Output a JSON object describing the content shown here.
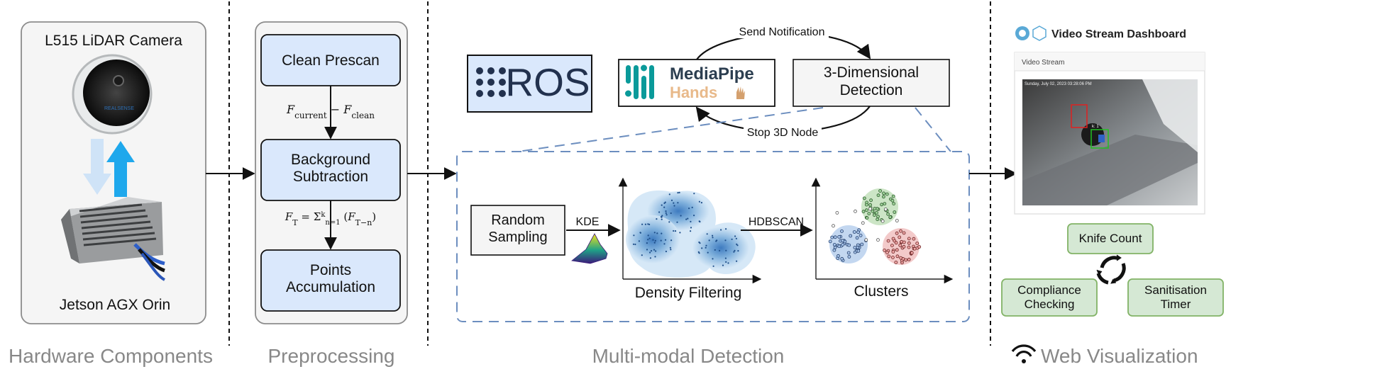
{
  "sections": {
    "hardware": "Hardware Components",
    "preprocessing": "Preprocessing",
    "detection": "Multi-modal Detection",
    "web": "Web Visualization"
  },
  "hardware": {
    "camera_label": "L515 LiDAR Camera",
    "computer_label": "Jetson AGX Orin",
    "camera_brand": "REALSENSE"
  },
  "preprocessing": {
    "steps": [
      "Clean Prescan",
      "Background\nSubtraction",
      "Points\nAccumulation"
    ],
    "formula1": "F_current − F_clean",
    "formula2": "F_T = Σ_{n=1}^{k} (F_{T−n})"
  },
  "detection": {
    "ros_label": "ROS",
    "mediapipe_line1": "MediaPipe",
    "mediapipe_line2": "Hands",
    "three_d_node": "3-Dimensional\nDetection",
    "send_notification": "Send Notification",
    "stop_node": "Stop 3D Node",
    "random_sampling": "Random\nSampling",
    "kde_label": "KDE",
    "density_label": "Density Filtering",
    "hdbscan_label": "HDBSCAN",
    "clusters_label": "Clusters"
  },
  "web": {
    "dashboard_title": "Video Stream Dashboard",
    "panel_title": "Video Stream",
    "timestamp": "Sunday, July 02, 2023 03:28:06 PM",
    "detect_label": "k: 1",
    "badges": [
      "Knife Count",
      "Compliance\nChecking",
      "Sanitisation\nTimer"
    ]
  },
  "colors": {
    "step_fill": "#dae8fc",
    "badge_fill": "#d5e8d4",
    "badge_stroke": "#82b366",
    "panel_fill": "#f5f5f5",
    "dashed_blue": "#6c8ebf",
    "arrow_blue": "#2aa9e8",
    "mediapipe_teal": "#0a9a9a",
    "section_gray": "#888888"
  }
}
